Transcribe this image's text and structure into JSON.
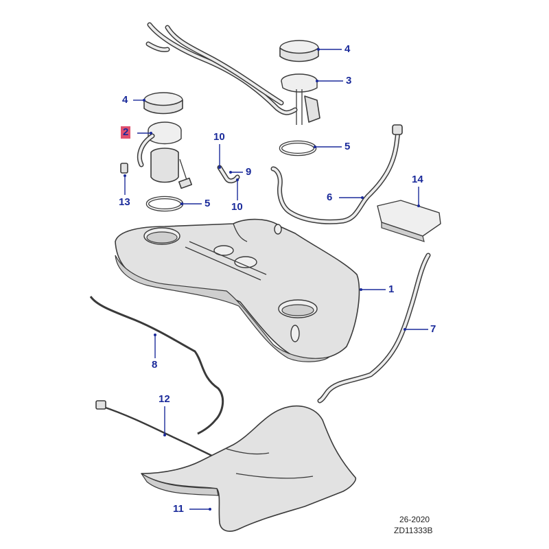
{
  "callouts": {
    "c1": "1",
    "c2": "2",
    "c3": "3",
    "c4a": "4",
    "c4b": "4",
    "c5a": "5",
    "c5b": "5",
    "c6": "6",
    "c7": "7",
    "c8": "8",
    "c9": "9",
    "c10a": "10",
    "c10b": "10",
    "c11": "11",
    "c12": "12",
    "c13": "13",
    "c14": "14"
  },
  "highlighted_callout": "2",
  "colors": {
    "callout_text": "#1a2a9a",
    "highlight": "#e0506e"
  },
  "footer": {
    "date_code": "26-2020",
    "drawing_id": "ZD11333B"
  }
}
